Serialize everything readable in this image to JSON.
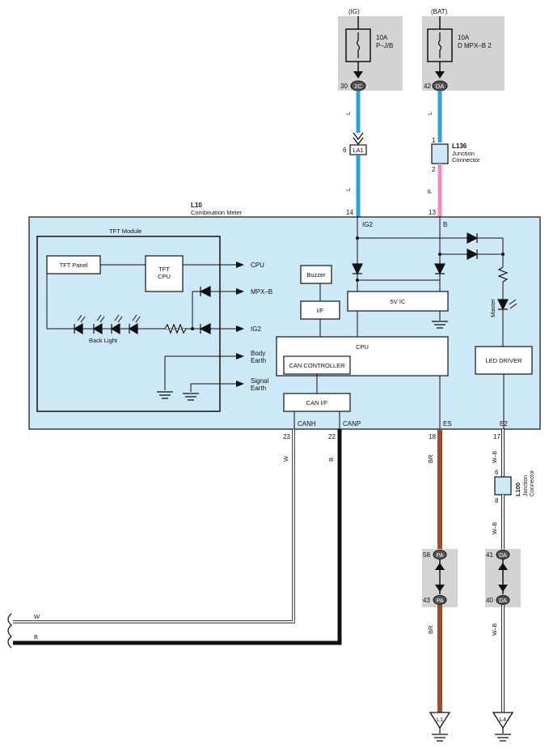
{
  "colors": {
    "module_fill": "#cde8f6",
    "fuse_panel_fill": "#d3d3d3",
    "wire_blue": "#2fa0d9",
    "wire_pink": "#f08cbe",
    "wire_brown": "#9a4e2a",
    "wire_black": "#111111"
  },
  "fuses": {
    "ig": {
      "source": "(IG)",
      "rating": "10A",
      "name": "P–J/B",
      "pin": "30",
      "connector": "2C"
    },
    "bat": {
      "source": "(BAT)",
      "rating": "10A",
      "name": "D MPX–B 2",
      "pin": "42",
      "connector": "DA"
    }
  },
  "la1": {
    "pin": "6",
    "label": "LA1"
  },
  "l136": {
    "id": "L136",
    "line1": "Junction",
    "line2": "Connector",
    "pin_top": "1",
    "pin_bottom": "2"
  },
  "wire_codes": {
    "ig_upper": "L",
    "ig_lower": "L",
    "bat_upper": "L",
    "bat_lower": "P",
    "canh": "W",
    "canp": "B",
    "es_upper": "BR",
    "es_lower": "BR",
    "e2_upper": "W–B",
    "e2_mid": "W–B",
    "e2_lower": "W–B",
    "left_w": "W",
    "left_b": "B"
  },
  "l10": {
    "id": "L10",
    "name": "Combination Meter",
    "pin_ig2": "14",
    "label_ig2": "IG2",
    "pin_b": "13",
    "label_b": "B",
    "pin_canh": "23",
    "label_canh": "CANH",
    "pin_canp": "22",
    "label_canp": "CANP",
    "pin_es": "18",
    "label_es": "ES",
    "pin_e2": "17",
    "label_e2": "E2"
  },
  "tft_module": {
    "title": "TFT Module",
    "tft_panel": "TFT Panel",
    "tft_cpu_1": "TFT",
    "tft_cpu_2": "CPU",
    "back_light": "Back Light",
    "out_cpu": "CPU",
    "out_mpx": "MPX–B",
    "out_ig2": "IG2",
    "out_body_1": "Body",
    "out_body_2": "Earth",
    "out_signal_1": "Signal",
    "out_signal_2": "Earth"
  },
  "blocks": {
    "buzzer": "Buzzer",
    "if": "I/F",
    "ic5v": "5V IC",
    "cpu": "CPU",
    "can_controller": "CAN CONTROLLER",
    "can_if": "CAN I/F",
    "led_driver": "LED DRIVER",
    "master": "Master"
  },
  "l100": {
    "id": "L100",
    "line1": "Junction",
    "line2": "Connector",
    "pin_top": "6",
    "pin_bottom": "8"
  },
  "inline_pa": {
    "pin_top": "58",
    "pin_bottom": "43",
    "label": "PA"
  },
  "inline_da": {
    "pin_top": "41",
    "pin_bottom": "40",
    "label": "DA"
  },
  "grounds": {
    "l1": "L1",
    "l4": "L4"
  }
}
